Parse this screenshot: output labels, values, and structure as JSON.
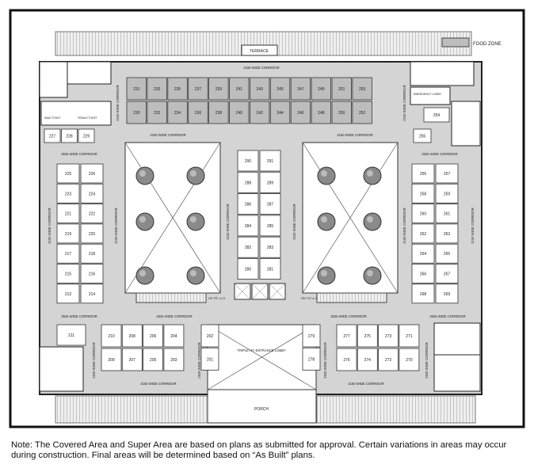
{
  "legend": {
    "label": "FOOD ZONE",
    "color": "#bdbdbd"
  },
  "labels": {
    "terrace": "TERRACE",
    "porch": "PORCH",
    "corridor_2150": "2150 WIDE CORRIDOR",
    "corridor_2525": "2525 WIDE CORRIDOR",
    "corridor_2100": "2100 WIDE CORRIDOR",
    "entrance": "TRIPLE HT. ENTRANCE LOBBY",
    "emergency_lobby": "EMERGENCY LOBBY",
    "up_fr_ug": "UP FR. U.G.",
    "dn_to_ug": "DN TO U.G.",
    "male_toilet": "MALE TOILET",
    "female_toilet": "FEMALE TOILET"
  },
  "units": {
    "top_row_a": [
      "231",
      "233",
      "235",
      "237",
      "239",
      "241",
      "243",
      "245",
      "247",
      "249",
      "251",
      "253"
    ],
    "top_row_b": [
      "230",
      "232",
      "234",
      "236",
      "238",
      "240",
      "242",
      "244",
      "246",
      "248",
      "250",
      "252"
    ],
    "left_block_a": [
      "225",
      "223",
      "221",
      "219",
      "217",
      "215",
      "212"
    ],
    "left_block_b": [
      "226",
      "224",
      "222",
      "220",
      "218",
      "216",
      "214"
    ],
    "center_a": [
      "290",
      "288",
      "286",
      "284",
      "282",
      "280"
    ],
    "center_b": [
      "291",
      "289",
      "287",
      "285",
      "283",
      "281"
    ],
    "right_block_a": [
      "256",
      "258",
      "260",
      "262",
      "264",
      "266",
      "268"
    ],
    "right_block_b": [
      "257",
      "259",
      "261",
      "263",
      "265",
      "267",
      "269"
    ],
    "left_top": [
      "227",
      "228",
      "229"
    ],
    "right_top": [
      "254",
      "255"
    ],
    "left_single": "211",
    "bottom_left_a": [
      "210",
      "208",
      "206",
      "204"
    ],
    "bottom_left_b": [
      "209",
      "207",
      "205",
      "203"
    ],
    "bottom_mid_left": [
      "202",
      "201"
    ],
    "bottom_mid_right": [
      "279",
      "278"
    ],
    "bottom_right_a": [
      "277",
      "275",
      "273",
      "271"
    ],
    "bottom_right_b": [
      "276",
      "274",
      "272",
      "270"
    ]
  },
  "note": "Note: The Covered Area and Super Area are based on plans as submitted for approval. Certain variations in areas may occur during construction. Final areas will be determined based on “As Built” plans."
}
